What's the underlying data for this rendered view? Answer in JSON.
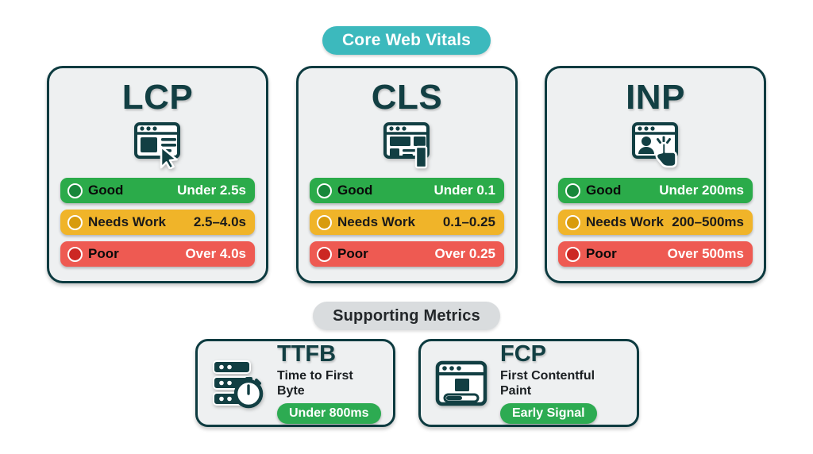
{
  "sections": {
    "core": {
      "badge": "Core Web Vitals"
    },
    "supporting": {
      "badge": "Supporting Metrics"
    }
  },
  "colors": {
    "accent_teal": "#3cb9bd",
    "card_border": "#0d3b40",
    "card_bg": "#eef0f1",
    "title_text": "#123f43",
    "good": "#2bab4a",
    "good_dot": "#17873a",
    "needs": "#f0b429",
    "needs_dot": "#d89b0c",
    "poor": "#ee5a52",
    "poor_dot": "#cc2723",
    "support_pill": "#2dab52",
    "supporting_badge_bg": "#d9dcde"
  },
  "vitals": [
    {
      "key": "lcp",
      "title": "LCP",
      "icon": "browser-image-cursor-icon",
      "rows": [
        {
          "status": "Good",
          "value": "Under 2.5s"
        },
        {
          "status": "Needs Work",
          "value": "2.5–4.0s"
        },
        {
          "status": "Poor",
          "value": "Over 4.0s"
        }
      ]
    },
    {
      "key": "cls",
      "title": "CLS",
      "icon": "browser-layout-shift-icon",
      "rows": [
        {
          "status": "Good",
          "value": "Under 0.1"
        },
        {
          "status": "Needs Work",
          "value": "0.1–0.25"
        },
        {
          "status": "Poor",
          "value": "Over 0.25"
        }
      ]
    },
    {
      "key": "inp",
      "title": "INP",
      "icon": "browser-user-tap-icon",
      "rows": [
        {
          "status": "Good",
          "value": "Under 200ms"
        },
        {
          "status": "Needs Work",
          "value": "200–500ms"
        },
        {
          "status": "Poor",
          "value": "Over 500ms"
        }
      ]
    }
  ],
  "supporting": [
    {
      "key": "ttfb",
      "title": "TTFB",
      "subtitle": "Time to First Byte",
      "pill": "Under 800ms",
      "icon": "server-stopwatch-icon"
    },
    {
      "key": "fcp",
      "title": "FCP",
      "subtitle": "First Contentful Paint",
      "pill": "Early Signal",
      "icon": "browser-paint-progress-icon"
    }
  ]
}
